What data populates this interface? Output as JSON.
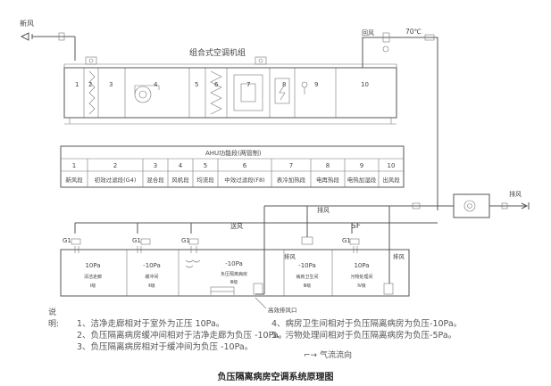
{
  "title": "负压隔离病房空调系统原理图",
  "ahu_title": "组合式空调机组",
  "fresh_air_label": "新风",
  "exhaust_label": "排风",
  "supply_label": "送风",
  "return_label": "回风",
  "temp_label": "70℃",
  "sf_label": "SF",
  "section_numbers": [
    "1",
    "2",
    "3",
    "4",
    "5",
    "6",
    "7",
    "8",
    "9",
    "10"
  ],
  "table": {
    "header": "AHU功能段(两管制)",
    "numbers": [
      "1",
      "2",
      "3",
      "4",
      "5",
      "6",
      "7",
      "8",
      "9",
      "10"
    ],
    "names": [
      "新风段",
      "初效过滤段(G4)",
      "混合段",
      "风机段",
      "均流段",
      "中效过滤段(F8)",
      "表冷加热段",
      "电再热段",
      "电热加湿段",
      "出风段"
    ]
  },
  "outlets": [
    "G1",
    "G1",
    "G1",
    "G1"
  ],
  "rooms": [
    {
      "pressure": "10Pa",
      "name": "清洁走廊",
      "sub": "Ⅰ级"
    },
    {
      "pressure": "-10Pa",
      "name": "缓冲间",
      "sub": "Ⅱ级"
    },
    {
      "pressure": "-10Pa",
      "name": "负压隔离病房",
      "sub": "Ⅲ级"
    },
    {
      "pressure": "-10Pa",
      "name": "病房卫生间",
      "sub": "Ⅲ级"
    },
    {
      "pressure": "10Pa",
      "name": "污物处理间",
      "sub": "Ⅳ级"
    }
  ],
  "filter_label": "高效排风口",
  "notes": {
    "header": "说明:",
    "items": [
      "1、洁净走廊相对于室外为正压 10Pa。",
      "2、负压隔离病房缓冲间相对于洁净走廊为负压 -10Pa。",
      "3、负压隔离病房相对于缓冲间为负压 -10Pa。",
      "4、病房卫生间相对于负压隔离病房为负压-10Pa。",
      "5、污物处理间相对于负压隔离病房为负压-5Pa。"
    ]
  },
  "legend": "气流流向"
}
